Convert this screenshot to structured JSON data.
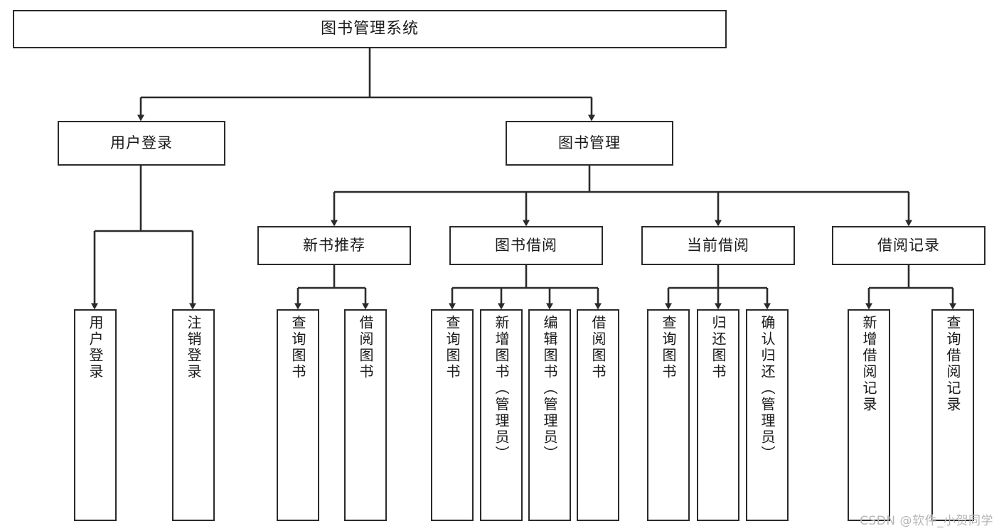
{
  "diagram": {
    "title": "图书管理系统",
    "type": "tree-structure-chart",
    "watermark": "CSDN @软件_小贺同学",
    "colors": {
      "box_border": "#2b2b2b",
      "box_fill": "#ffffff",
      "edge": "#2b2b2b",
      "text": "#1a1a1a",
      "watermark": "#b6b6b6"
    },
    "root": {
      "label": "图书管理系统"
    },
    "level2": [
      {
        "label": "用户登录"
      },
      {
        "label": "图书管理"
      }
    ],
    "level3": [
      {
        "label": "新书推荐"
      },
      {
        "label": "图书借阅"
      },
      {
        "label": "当前借阅"
      },
      {
        "label": "借阅记录"
      }
    ],
    "leaves": {
      "user_login": [
        {
          "label": "用户登录"
        },
        {
          "label": "注销登录"
        }
      ],
      "new_book": [
        {
          "label": "查询图书"
        },
        {
          "label": "借阅图书"
        }
      ],
      "book_borrow": [
        {
          "label": "查询图书"
        },
        {
          "label": "新增图书（管理员）"
        },
        {
          "label": "编辑图书（管理员）"
        },
        {
          "label": "借阅图书"
        }
      ],
      "current_borrow": [
        {
          "label": "查询图书"
        },
        {
          "label": "归还图书"
        },
        {
          "label": "确认归还（管理员）"
        }
      ],
      "borrow_record": [
        {
          "label": "新增借阅记录"
        },
        {
          "label": "查询借阅记录"
        }
      ]
    }
  }
}
